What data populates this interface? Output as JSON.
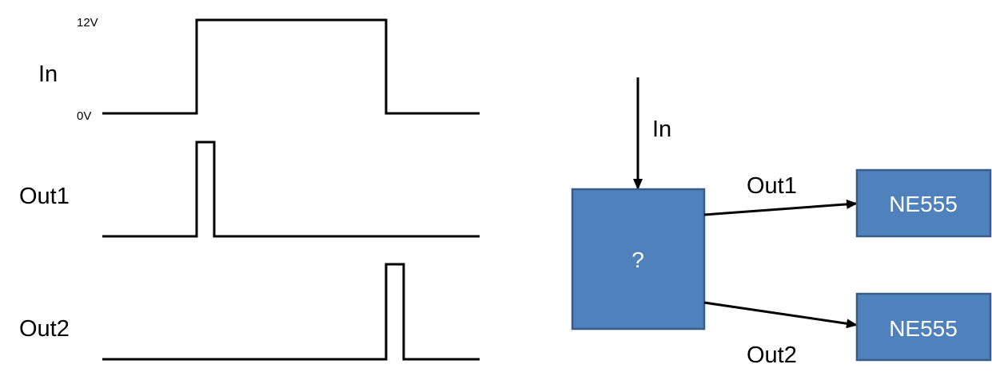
{
  "timing": {
    "in_label": "In",
    "out1_label": "Out1",
    "out2_label": "Out2",
    "high_voltage_label": "12V",
    "low_voltage_label": "0V"
  },
  "block": {
    "in_label": "In",
    "unknown_label": "?",
    "out1_label": "Out1",
    "out2_label": "Out2",
    "timer1_label": "NE555",
    "timer2_label": "NE555"
  },
  "colors": {
    "box_fill": "#4f81bd",
    "box_stroke": "#385d8a",
    "line": "#000000",
    "box_text": "#ffffff"
  }
}
